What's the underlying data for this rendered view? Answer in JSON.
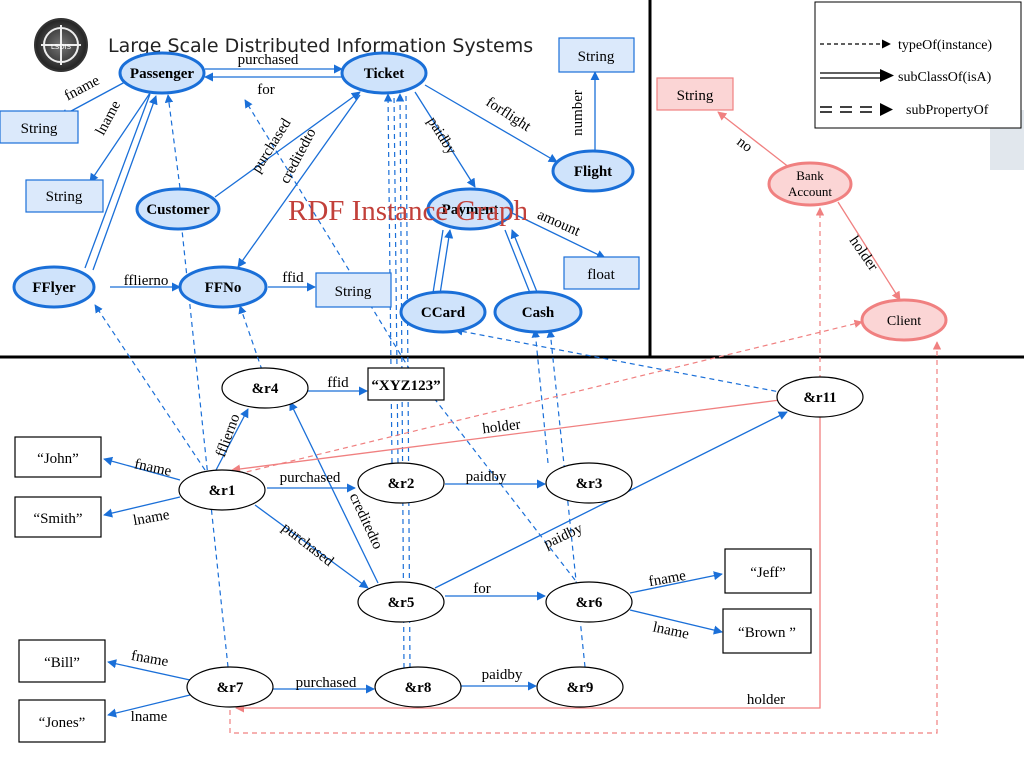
{
  "header": {
    "title": "Large Scale Distributed Information Systems",
    "logo_text": "LSDIS",
    "overlay_title": "RDF Instance Graph"
  },
  "legend": {
    "items": [
      {
        "id": "typeof",
        "label": "typeOf(instance)"
      },
      {
        "id": "subclass",
        "label": "subClassOf(isA)"
      },
      {
        "id": "subprop",
        "label": "subPropertyOf"
      }
    ]
  },
  "colors": {
    "schema_blue": "#1a6fd8",
    "schema_fill": "#dbe9fb",
    "class_fill": "#cfe3fb",
    "pink": "#f08080",
    "pink_fill": "#fbd5d5",
    "ink": "#000000",
    "divider": "#000000"
  },
  "nodes": [
    {
      "id": "Passenger",
      "label": "Passenger",
      "kind": "class"
    },
    {
      "id": "Ticket",
      "label": "Ticket",
      "kind": "class"
    },
    {
      "id": "Customer",
      "label": "Customer",
      "kind": "class"
    },
    {
      "id": "Flight",
      "label": "Flight",
      "kind": "class"
    },
    {
      "id": "Payment",
      "label": "Payment",
      "kind": "class"
    },
    {
      "id": "FFlyer",
      "label": "FFlyer",
      "kind": "class"
    },
    {
      "id": "FFNo",
      "label": "FFNo",
      "kind": "class"
    },
    {
      "id": "CCard",
      "label": "CCard",
      "kind": "class"
    },
    {
      "id": "Cash",
      "label": "Cash",
      "kind": "class"
    },
    {
      "id": "S_top",
      "label": "String",
      "kind": "literal"
    },
    {
      "id": "S_fname",
      "label": "String",
      "kind": "literal"
    },
    {
      "id": "S_lname",
      "label": "String",
      "kind": "literal"
    },
    {
      "id": "S_ffid",
      "label": "String",
      "kind": "literal"
    },
    {
      "id": "float",
      "label": "float",
      "kind": "literal"
    },
    {
      "id": "S_bank",
      "label": "String",
      "kind": "pliteral"
    },
    {
      "id": "BankAccount",
      "label": "Bank\nAccount",
      "kind": "pclass"
    },
    {
      "id": "Client",
      "label": "Client",
      "kind": "pclass"
    },
    {
      "id": "r4",
      "label": "&r4",
      "kind": "inst"
    },
    {
      "id": "xyz",
      "label": "“XYZ123”",
      "kind": "ival"
    },
    {
      "id": "r11",
      "label": "&r11",
      "kind": "inst"
    },
    {
      "id": "r1",
      "label": "&r1",
      "kind": "inst"
    },
    {
      "id": "r2",
      "label": "&r2",
      "kind": "inst"
    },
    {
      "id": "r3",
      "label": "&r3",
      "kind": "inst"
    },
    {
      "id": "r5",
      "label": "&r5",
      "kind": "inst"
    },
    {
      "id": "r6",
      "label": "&r6",
      "kind": "inst"
    },
    {
      "id": "r7",
      "label": "&r7",
      "kind": "inst"
    },
    {
      "id": "r8",
      "label": "&r8",
      "kind": "inst"
    },
    {
      "id": "r9",
      "label": "&r9",
      "kind": "inst"
    },
    {
      "id": "john",
      "label": "“John”",
      "kind": "ival"
    },
    {
      "id": "smith",
      "label": "“Smith”",
      "kind": "ival"
    },
    {
      "id": "bill",
      "label": "“Bill”",
      "kind": "ival"
    },
    {
      "id": "jones",
      "label": "“Jones”",
      "kind": "ival"
    },
    {
      "id": "jeff",
      "label": "“Jeff”",
      "kind": "ival"
    },
    {
      "id": "brown",
      "label": "“Brown ”",
      "kind": "ival"
    }
  ],
  "edge_labels": [
    {
      "id": "l-purchased-top",
      "text": "purchased"
    },
    {
      "id": "l-for-top",
      "text": "for"
    },
    {
      "id": "l-fname-top",
      "text": "fname"
    },
    {
      "id": "l-lname-top",
      "text": "lname"
    },
    {
      "id": "l-purchased-cust",
      "text": "purchased"
    },
    {
      "id": "l-creditedto-top",
      "text": "creditedto"
    },
    {
      "id": "l-paidby-top",
      "text": "paidby"
    },
    {
      "id": "l-forflight",
      "text": "forflight"
    },
    {
      "id": "l-number",
      "text": "number"
    },
    {
      "id": "l-amount",
      "text": "amount"
    },
    {
      "id": "l-fflierno-top",
      "text": "fflierno"
    },
    {
      "id": "l-ffid-top",
      "text": "ffid"
    },
    {
      "id": "l-no",
      "text": "no"
    },
    {
      "id": "l-holder-top",
      "text": "holder"
    },
    {
      "id": "l-ffid-r4",
      "text": "ffid"
    },
    {
      "id": "l-fflierno-r1",
      "text": "fflierno"
    },
    {
      "id": "l-holder-r11",
      "text": "holder"
    },
    {
      "id": "l-fname-r1",
      "text": "fname"
    },
    {
      "id": "l-lname-r1",
      "text": "lname"
    },
    {
      "id": "l-purchased-r1r2",
      "text": "purchased"
    },
    {
      "id": "l-paidby-r2r3",
      "text": "paidby"
    },
    {
      "id": "l-purchased-r1r5",
      "text": "purchased"
    },
    {
      "id": "l-creditedto-r5",
      "text": "creditedto"
    },
    {
      "id": "l-paidby-r5r11",
      "text": "paidby"
    },
    {
      "id": "l-for-r5r6",
      "text": "for"
    },
    {
      "id": "l-fname-r6",
      "text": "fname"
    },
    {
      "id": "l-lname-r6",
      "text": "lname"
    },
    {
      "id": "l-fname-r7",
      "text": "fname"
    },
    {
      "id": "l-lname-r7",
      "text": "lname"
    },
    {
      "id": "l-purchased-r7r8",
      "text": "purchased"
    },
    {
      "id": "l-paidby-r8r9",
      "text": "paidby"
    },
    {
      "id": "l-holder-r7",
      "text": "holder"
    }
  ]
}
